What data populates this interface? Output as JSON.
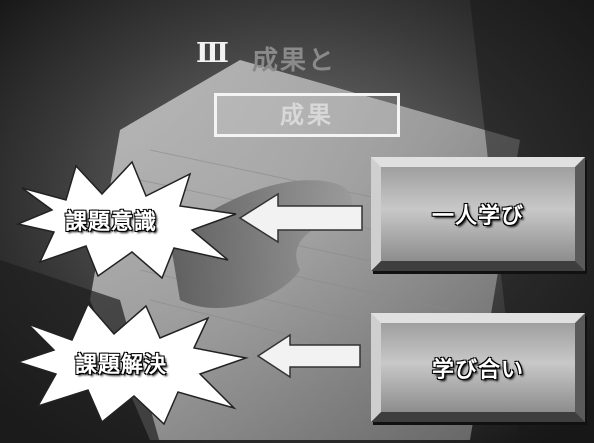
{
  "slide": {
    "numeral": "Ⅲ",
    "title": "成果と",
    "result_label": "成果"
  },
  "left_items": [
    {
      "label": "課題意識",
      "icon": "starburst-icon"
    },
    {
      "label": "課題解決",
      "icon": "starburst-icon"
    }
  ],
  "right_items": [
    {
      "label": "一人学び"
    },
    {
      "label": "学び合い"
    }
  ],
  "arrows": [
    {
      "icon": "left-arrow-icon"
    },
    {
      "icon": "left-arrow-icon"
    }
  ]
}
